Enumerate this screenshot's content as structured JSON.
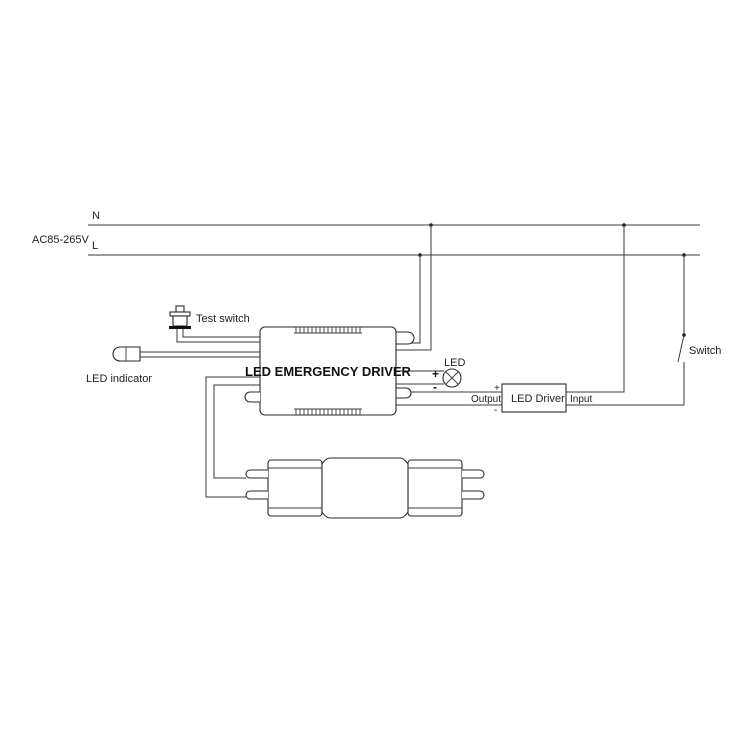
{
  "labels": {
    "neutral": "N",
    "line": "L",
    "supply": "AC85-265V",
    "test_switch": "Test switch",
    "led_indicator": "LED indicator",
    "emergency_driver": "LED EMERGENCY DRIVER",
    "led": "LED",
    "plus": "+",
    "minus": "-",
    "output": "Output",
    "led_driver": "LED Driver",
    "input": "Input",
    "switch": "Switch"
  }
}
